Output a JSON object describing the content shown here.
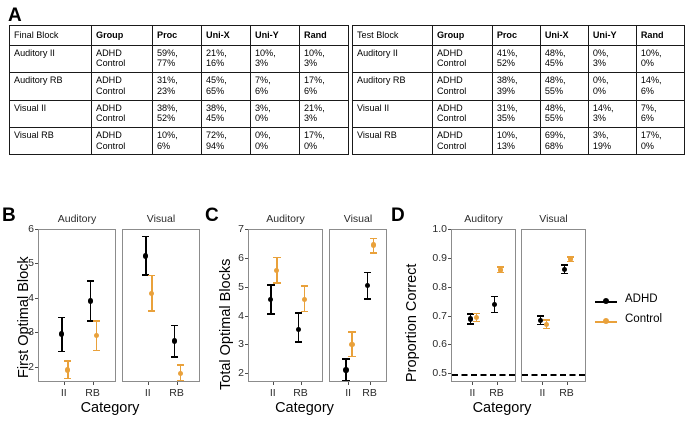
{
  "figure": {
    "panels": [
      "A",
      "B",
      "C",
      "D"
    ]
  },
  "panelA": {
    "letter": "A",
    "tables": [
      {
        "name": "final-block-table",
        "columns": [
          "Final Block",
          "Group",
          "Proc",
          "Uni-X",
          "Uni-Y",
          "Rand"
        ],
        "rows": [
          {
            "block": "Auditory II",
            "group": "ADHD\nControl",
            "cells": [
              "59%,\n77%",
              "21%,\n16%",
              "10%,\n3%",
              "10%,\n3%"
            ],
            "shaded": [
              true,
              false,
              false,
              false
            ]
          },
          {
            "block": "Auditory RB",
            "group": "ADHD\nControl",
            "cells": [
              "31%,\n23%",
              "45%,\n65%",
              "7%,\n6%",
              "17%,\n6%"
            ],
            "shaded": [
              false,
              true,
              false,
              false
            ]
          },
          {
            "block": "Visual II",
            "group": "ADHD\nControl",
            "cells": [
              "38%,\n52%",
              "38%,\n45%",
              "3%,\n0%",
              "21%,\n3%"
            ],
            "shaded": [
              true,
              false,
              false,
              false
            ]
          },
          {
            "block": "Visual RB",
            "group": "ADHD\nControl",
            "cells": [
              "10%,\n6%",
              "72%,\n94%",
              "0%,\n0%",
              "17%,\n0%"
            ],
            "shaded": [
              false,
              true,
              false,
              false
            ]
          }
        ]
      },
      {
        "name": "test-block-table",
        "columns": [
          "Test Block",
          "Group",
          "Proc",
          "Uni-X",
          "Uni-Y",
          "Rand"
        ],
        "rows": [
          {
            "block": "Auditory II",
            "group": "ADHD\nControl",
            "cells": [
              "41%,\n52%",
              "48%,\n45%",
              "0%,\n3%",
              "10%,\n0%"
            ],
            "shaded": [
              true,
              false,
              false,
              false
            ]
          },
          {
            "block": "Auditory RB",
            "group": "ADHD\nControl",
            "cells": [
              "38%,\n39%",
              "48%,\n55%",
              "0%,\n0%",
              "14%,\n6%"
            ],
            "shaded": [
              false,
              true,
              false,
              false
            ]
          },
          {
            "block": "Visual II",
            "group": "ADHD\nControl",
            "cells": [
              "31%,\n35%",
              "48%,\n55%",
              "14%,\n3%",
              "7%,\n6%"
            ],
            "shaded": [
              true,
              false,
              false,
              false
            ]
          },
          {
            "block": "Visual RB",
            "group": "ADHD\nControl",
            "cells": [
              "10%,\n13%",
              "69%,\n68%",
              "3%,\n19%",
              "17%,\n0%"
            ],
            "shaded": [
              false,
              true,
              false,
              false
            ]
          }
        ]
      }
    ]
  },
  "legend": {
    "title": "",
    "entries": [
      {
        "label": "ADHD",
        "color": "#000000"
      },
      {
        "label": "Control",
        "color": "#E9A13B"
      }
    ]
  },
  "chart_data": [
    {
      "panel": "B",
      "letter": "B",
      "type": "scatter",
      "title": "",
      "ylabel": "First Optimal Block",
      "xlabel": "Category",
      "ylim": [
        1.55,
        6.0
      ],
      "yticks": [
        2,
        3,
        4,
        5,
        6
      ],
      "ytick_labels": [
        "2",
        "3",
        "4",
        "5",
        "6"
      ],
      "facets": [
        "Auditory",
        "Visual"
      ],
      "categories": [
        "II",
        "RB"
      ],
      "grid": false,
      "legend_position": "none",
      "series": [
        {
          "name": "ADHD",
          "color": "#000000",
          "points": [
            {
              "facet": "Auditory",
              "x": "II",
              "y": 2.97,
              "lo": 2.44,
              "hi": 3.48
            },
            {
              "facet": "Auditory",
              "x": "RB",
              "y": 3.93,
              "lo": 3.33,
              "hi": 4.54
            },
            {
              "facet": "Visual",
              "x": "II",
              "y": 5.24,
              "lo": 4.66,
              "hi": 5.83
            },
            {
              "facet": "Visual",
              "x": "RB",
              "y": 2.77,
              "lo": 2.29,
              "hi": 3.24
            }
          ]
        },
        {
          "name": "Control",
          "color": "#E9A13B",
          "points": [
            {
              "facet": "Auditory",
              "x": "II",
              "y": 1.93,
              "lo": 1.66,
              "hi": 2.21
            },
            {
              "facet": "Auditory",
              "x": "RB",
              "y": 2.93,
              "lo": 2.47,
              "hi": 3.38
            },
            {
              "facet": "Visual",
              "x": "II",
              "y": 4.16,
              "lo": 3.62,
              "hi": 4.7
            },
            {
              "facet": "Visual",
              "x": "RB",
              "y": 1.83,
              "lo": 1.58,
              "hi": 2.1
            }
          ]
        }
      ]
    },
    {
      "panel": "C",
      "letter": "C",
      "type": "scatter",
      "title": "",
      "ylabel": "Total Optimal Blocks",
      "xlabel": "Category",
      "ylim": [
        1.7,
        7.0
      ],
      "yticks": [
        2,
        3,
        4,
        5,
        6,
        7
      ],
      "ytick_labels": [
        "2",
        "3",
        "4",
        "5",
        "6",
        "7"
      ],
      "facets": [
        "Auditory",
        "Visual"
      ],
      "categories": [
        "II",
        "RB"
      ],
      "grid": false,
      "legend_position": "none",
      "series": [
        {
          "name": "ADHD",
          "color": "#000000",
          "points": [
            {
              "facet": "Auditory",
              "x": "II",
              "y": 4.6,
              "lo": 4.07,
              "hi": 5.13
            },
            {
              "facet": "Auditory",
              "x": "RB",
              "y": 3.56,
              "lo": 3.09,
              "hi": 4.15
            },
            {
              "facet": "Visual",
              "x": "II",
              "y": 2.15,
              "lo": 1.76,
              "hi": 2.56
            },
            {
              "facet": "Visual",
              "x": "RB",
              "y": 5.07,
              "lo": 4.58,
              "hi": 5.56
            }
          ]
        },
        {
          "name": "Control",
          "color": "#E9A13B",
          "points": [
            {
              "facet": "Auditory",
              "x": "II",
              "y": 5.6,
              "lo": 5.14,
              "hi": 6.07
            },
            {
              "facet": "Auditory",
              "x": "RB",
              "y": 4.59,
              "lo": 4.15,
              "hi": 5.08
            },
            {
              "facet": "Visual",
              "x": "II",
              "y": 3.04,
              "lo": 2.59,
              "hi": 3.5
            },
            {
              "facet": "Visual",
              "x": "RB",
              "y": 6.48,
              "lo": 6.18,
              "hi": 6.74
            }
          ]
        }
      ]
    },
    {
      "panel": "D",
      "letter": "D",
      "type": "scatter",
      "title": "",
      "ylabel": "Proportion Correct",
      "xlabel": "Category",
      "ylim": [
        0.47,
        1.0
      ],
      "yticks": [
        0.5,
        0.6,
        0.7,
        0.8,
        0.9,
        1.0
      ],
      "ytick_labels": [
        "0.5",
        "0.6",
        "0.7",
        "0.8",
        "0.9",
        "1.0"
      ],
      "facets": [
        "Auditory",
        "Visual"
      ],
      "categories": [
        "II",
        "RB"
      ],
      "grid": false,
      "legend_position": "right",
      "chance_level": 0.5,
      "series": [
        {
          "name": "ADHD",
          "color": "#000000",
          "points": [
            {
              "facet": "Auditory",
              "x": "II",
              "y": 0.692,
              "lo": 0.672,
              "hi": 0.712
            },
            {
              "facet": "Auditory",
              "x": "RB",
              "y": 0.742,
              "lo": 0.712,
              "hi": 0.772
            },
            {
              "facet": "Visual",
              "x": "II",
              "y": 0.687,
              "lo": 0.67,
              "hi": 0.704
            },
            {
              "facet": "Visual",
              "x": "RB",
              "y": 0.864,
              "lo": 0.846,
              "hi": 0.882
            }
          ]
        },
        {
          "name": "Control",
          "color": "#E9A13B",
          "points": [
            {
              "facet": "Auditory",
              "x": "II",
              "y": 0.697,
              "lo": 0.68,
              "hi": 0.714
            },
            {
              "facet": "Auditory",
              "x": "RB",
              "y": 0.862,
              "lo": 0.85,
              "hi": 0.874
            },
            {
              "facet": "Visual",
              "x": "II",
              "y": 0.673,
              "lo": 0.656,
              "hi": 0.69
            },
            {
              "facet": "Visual",
              "x": "RB",
              "y": 0.899,
              "lo": 0.888,
              "hi": 0.91
            }
          ]
        }
      ]
    }
  ]
}
